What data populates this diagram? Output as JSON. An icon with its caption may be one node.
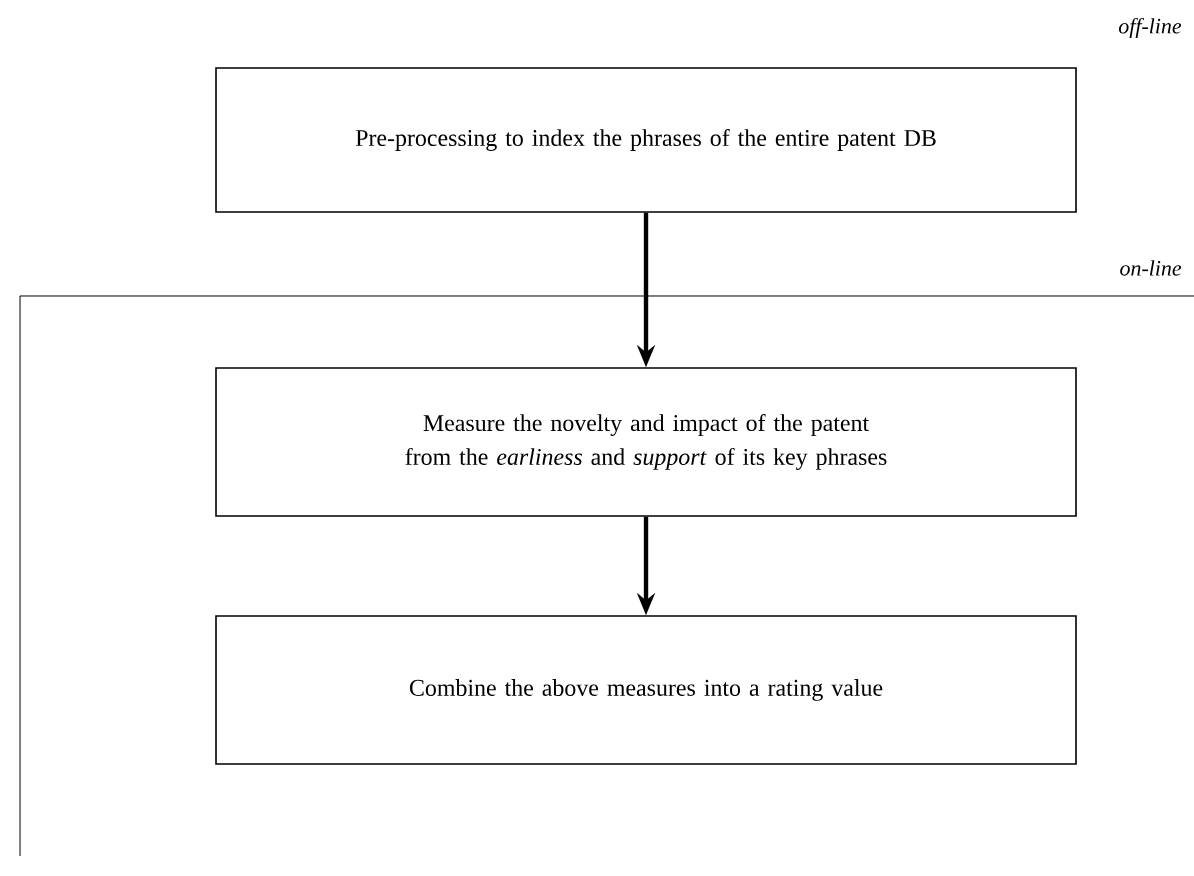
{
  "diagram": {
    "nodes": [
      {
        "text": [
          "Pre-processing to index the phrases of the entire patent DB"
        ]
      },
      {
        "text": [
          "Measure the novelty and impact of the patent from the *earliness* and *support* of its key phrases"
        ]
      },
      {
        "text": [
          "Combine the above measures into a rating value"
        ]
      }
    ],
    "edges": [
      {
        "from": 0,
        "to": 1,
        "arrow": "to"
      },
      {
        "from": 1,
        "to": 2,
        "arrow": "to"
      }
    ],
    "labels": [
      "off-line",
      "on-line"
    ]
  }
}
